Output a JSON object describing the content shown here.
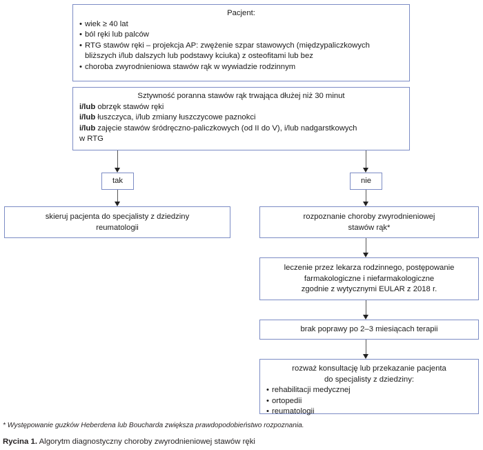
{
  "figure": {
    "footnote": "* Występowanie guzków Heberdena lub Boucharda zwiększa prawdopodobieństwo rozpoznania.",
    "caption_label": "Rycina 1.",
    "caption_text": "Algorytm diagnostyczny choroby zwyrodnieniowej stawów ręki"
  },
  "colors": {
    "box_border": "#7b8bc4",
    "connector": "#555555",
    "text": "#1a1a1a"
  },
  "nodes": {
    "patient": {
      "header": "Pacjent:",
      "bullets": [
        "wiek ≥ 40 lat",
        "ból ręki lub palców",
        "RTG stawów ręki – projekcja AP: zwężenie szpar stawowych (międzypaliczkowych",
        "choroba zwyrodnieniowa stawów rąk w wywiadzie rodzinnym"
      ],
      "bullet3_continuation": "bliższych i/lub dalszych lub podstawy kciuka) z osteofitami lub bez"
    },
    "criteria": {
      "header": "Sztywność poranna stawów rąk trwająca dłużej niż 30 minut",
      "prefix": "i/lub",
      "lines": [
        "obrzęk stawów ręki",
        "łuszczyca, i/lub zmiany łuszczycowe paznokci",
        "zajęcie stawów śródręczno-paliczkowych (od II do V), i/lub nadgarstkowych"
      ],
      "last_continuation": "w RTG"
    },
    "yes_label": "tak",
    "no_label": "nie",
    "refer_rheumatology": "skieruj pacjenta do specjalisty z dziedziny reumatologii",
    "refer_rheumatology_lines": [
      "skieruj pacjenta do specjalisty z dziedziny",
      "reumatologii"
    ],
    "diagnosis_lines": [
      "rozpoznanie choroby zwyrodnieniowej",
      "stawów rąk*"
    ],
    "treatment_lines": [
      "leczenie przez lekarza rodzinnego, postępowanie",
      "farmakologiczne i niefarmakologiczne",
      "zgodnie z wytycznymi EULAR z 2018 r."
    ],
    "no_improvement": "brak poprawy po 2–3 miesiącach terapii",
    "consult": {
      "header_lines": [
        "rozważ konsultację lub przekazanie pacjenta",
        "do specjalisty z dziedziny:"
      ],
      "bullets": [
        "rehabilitacji medycznej",
        "ortopedii",
        "reumatologii"
      ]
    }
  }
}
